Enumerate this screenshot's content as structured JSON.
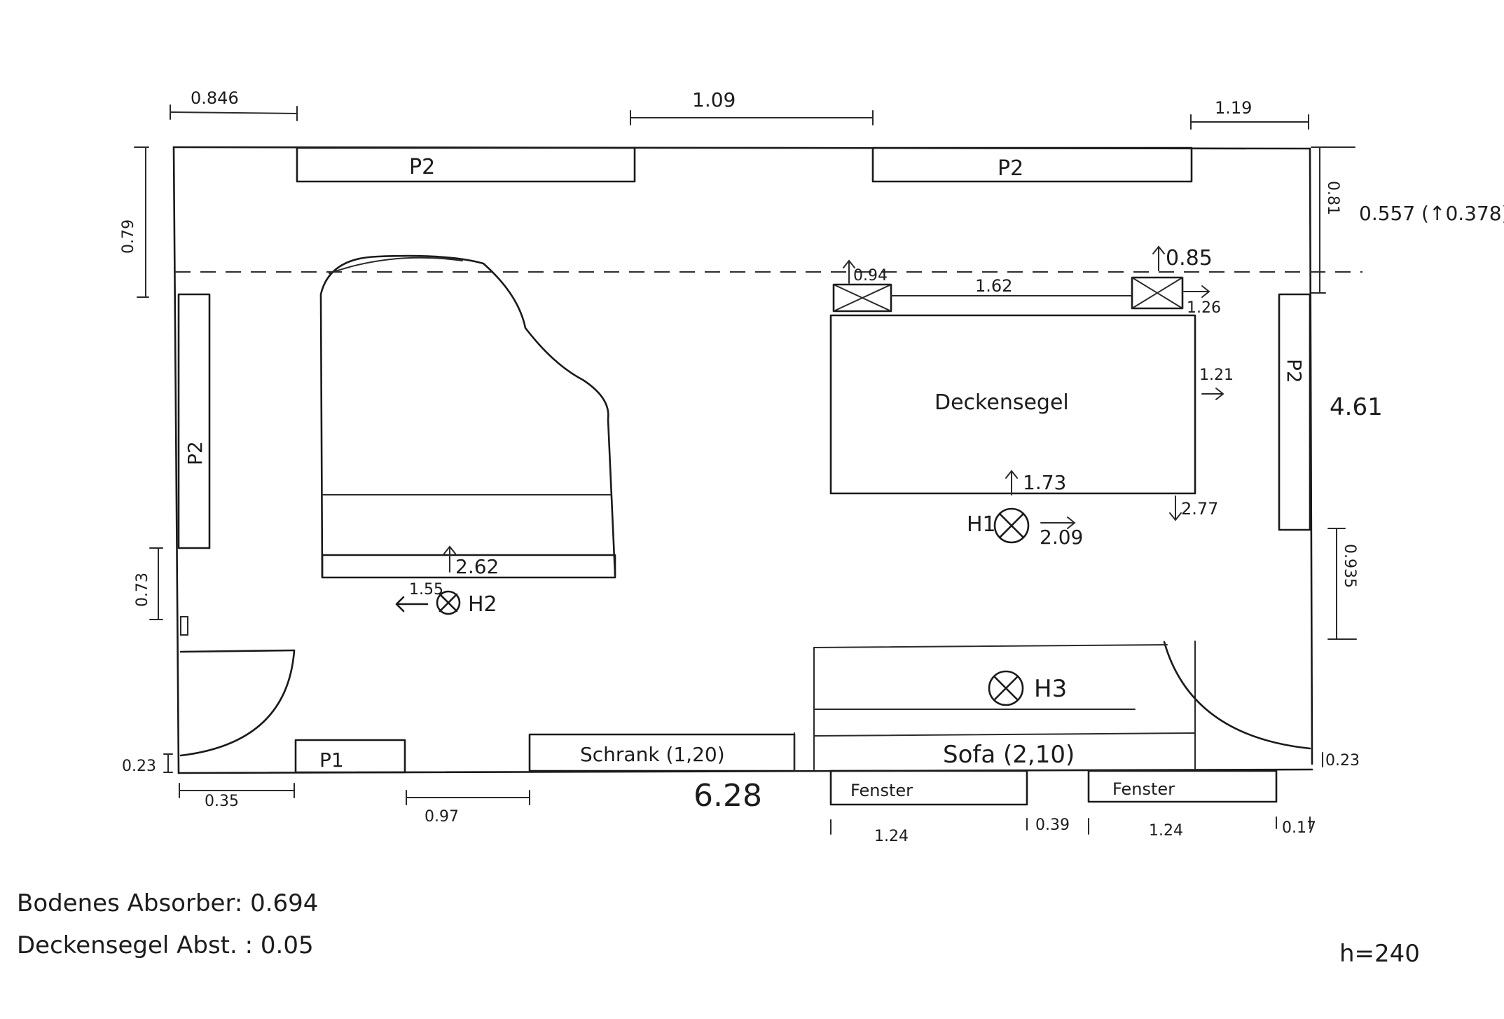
{
  "dimensions": {
    "top_left": "0.846",
    "top_mid": "1.09",
    "top_right": "1.19",
    "left_top": "0.79",
    "left_mid": "0.73",
    "right_top": "0.81",
    "right_offset": "0.557 (↑0.378)",
    "room_depth": "4.61",
    "right_mid": "0.935",
    "left_bottom": "0.23",
    "right_bottom": "0.23",
    "bottom_left": "0.35",
    "bottom_mid": "0.97",
    "room_width": "6.28",
    "window1_width": "1.24",
    "window_gap": "0.39",
    "window2_width": "1.24",
    "window_right": "0.17"
  },
  "panels": {
    "p2_top_left": "P2",
    "p2_top_right": "P2",
    "p2_left": "P2",
    "p2_right": "P2",
    "p1": "P1"
  },
  "furniture": {
    "cabinet": "Schrank (1,20)",
    "sofa": "Sofa (2,10)",
    "window1": "Fenster",
    "window2": "Fenster",
    "ceiling_sail": "Deckensegel"
  },
  "sail_dims": {
    "box1_up": "0.94",
    "box2_up": "0.85",
    "between": "1.62",
    "box2_right": "1.26",
    "right_side": "1.21",
    "bottom": "1.73",
    "below_right": "2.77"
  },
  "lights": {
    "h1": "H1",
    "h1_right": "2.09",
    "h2": "H2",
    "h2_left": "1.55",
    "h3": "H3",
    "piano_up": "2.62"
  },
  "notes": {
    "floor_absorber": "Bodenes Absorber: 0.694",
    "sail_distance": "Deckensegel Abst. : 0.05",
    "height": "h=240"
  }
}
